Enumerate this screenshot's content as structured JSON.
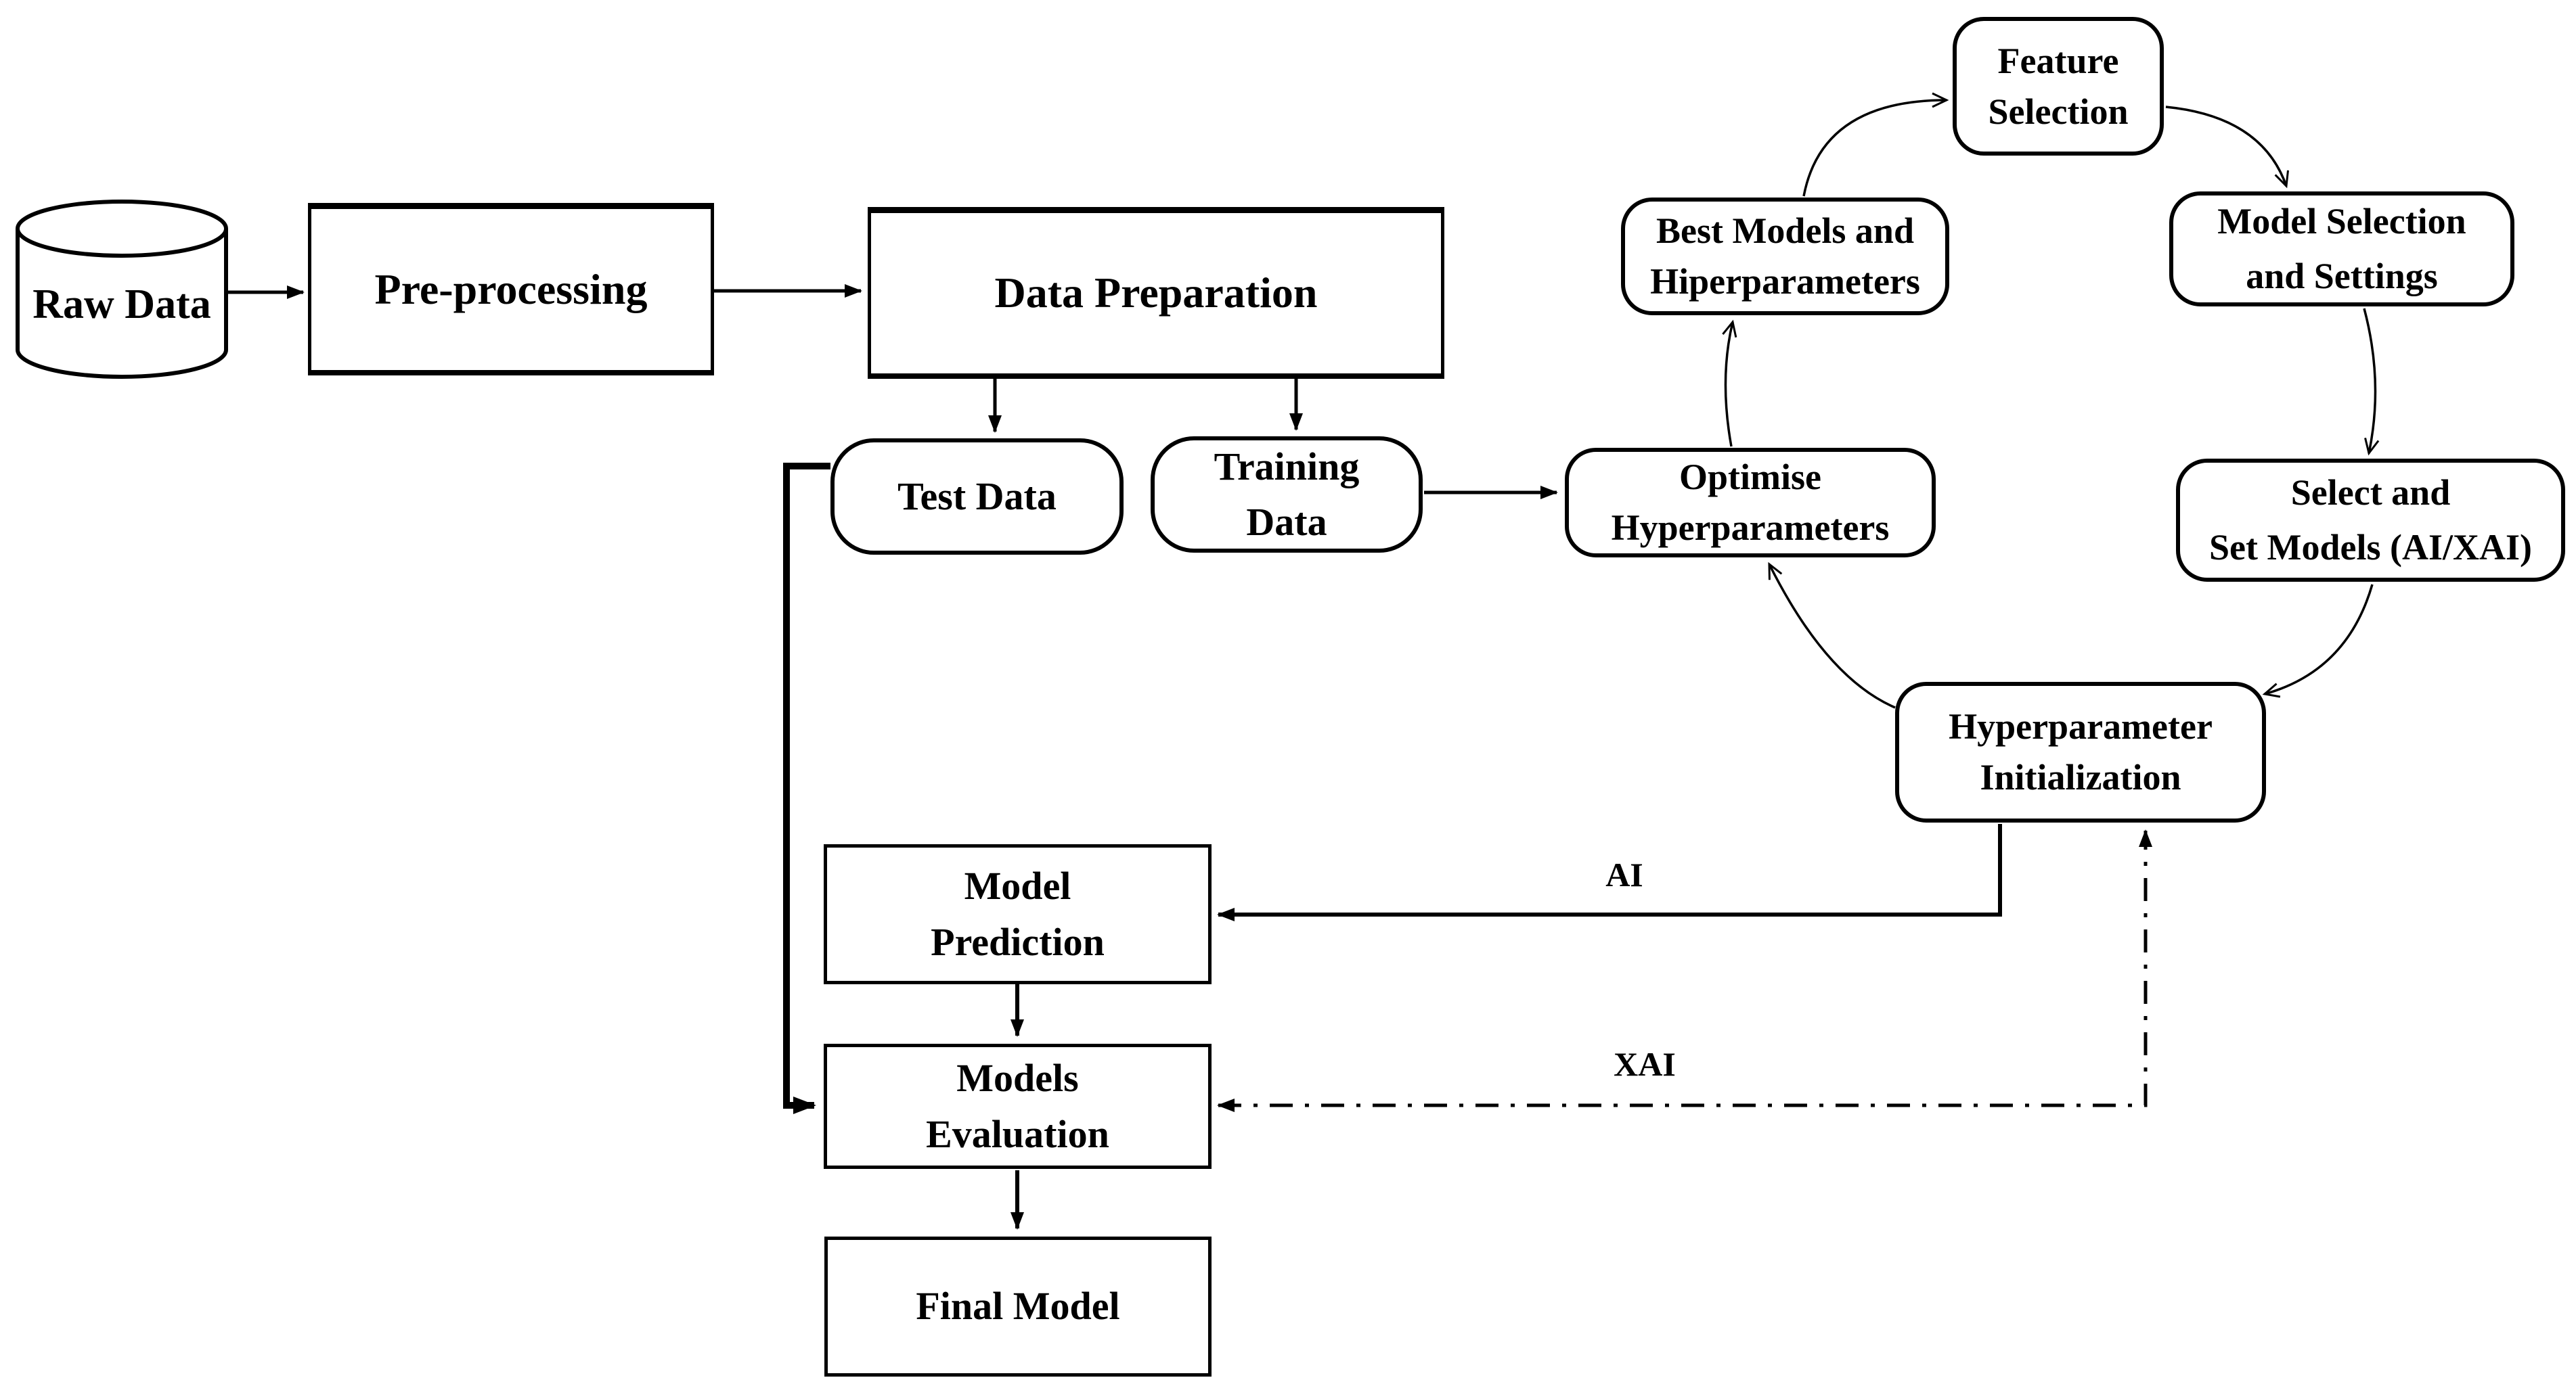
{
  "figure": {
    "background": "#ffffff",
    "ink": "#000000",
    "nodes": {
      "raw_data": {
        "label": "Raw Data",
        "shape": "cylinder"
      },
      "pre_processing": {
        "label": "Pre-processing",
        "shape": "rect"
      },
      "data_preparation": {
        "label": "Data Preparation",
        "shape": "rect"
      },
      "test_data": {
        "label": "Test Data",
        "shape": "rounded"
      },
      "training_data": {
        "lines": [
          "Training",
          "Data"
        ],
        "shape": "rounded"
      },
      "optimise_hyperparameters": {
        "lines": [
          "Optimise",
          "Hyperparameters"
        ],
        "shape": "rounded"
      },
      "feature_selection": {
        "lines": [
          "Feature",
          "Selection"
        ],
        "shape": "rounded"
      },
      "best_models_and_hiperparameters": {
        "lines": [
          "Best Models and",
          "Hiperparameters"
        ],
        "shape": "rounded"
      },
      "model_selection_and_settings": {
        "lines": [
          "Model Selection",
          "and Settings"
        ],
        "shape": "rounded"
      },
      "select_and_set_models": {
        "lines": [
          "Select and",
          "Set Models (AI/XAI)"
        ],
        "shape": "rounded"
      },
      "hyperparameter_initialization": {
        "lines": [
          "Hyperparameter",
          "Initialization"
        ],
        "shape": "rounded"
      },
      "model_prediction": {
        "lines": [
          "Model",
          "Prediction"
        ],
        "shape": "rect"
      },
      "models_evaluation": {
        "lines": [
          "Models",
          "Evaluation"
        ],
        "shape": "rect"
      },
      "final_model": {
        "label": "Final Model",
        "shape": "rect"
      }
    },
    "edge_labels": {
      "ai": "AI",
      "xai": "XAI"
    }
  }
}
